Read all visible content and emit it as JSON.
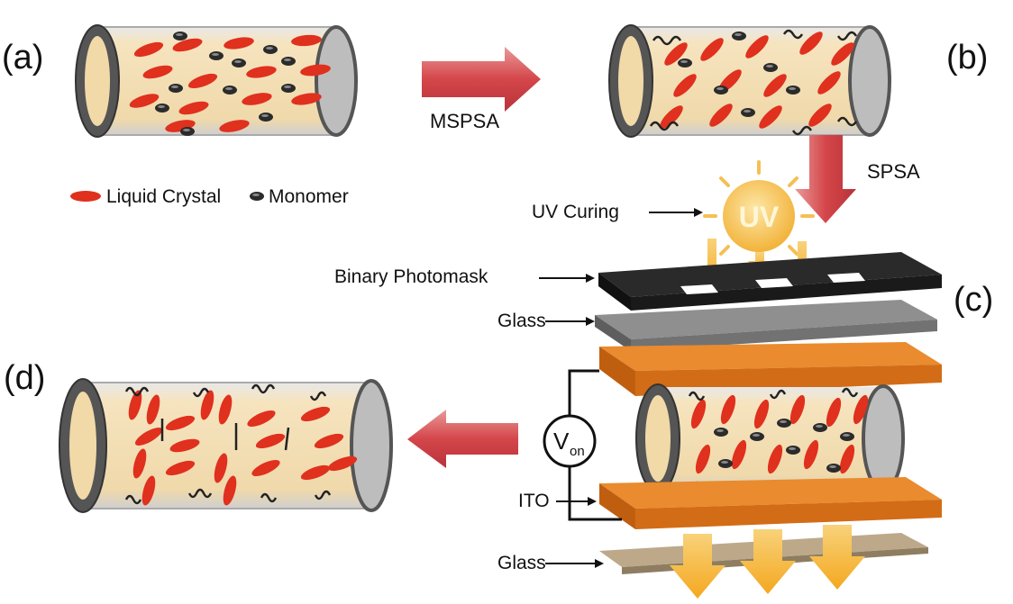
{
  "panels": {
    "a": "(a)",
    "b": "(b)",
    "c": "(c)",
    "d": "(d)"
  },
  "arrows": {
    "step1": "MSPSA",
    "step2": "SPSA"
  },
  "legend": {
    "lc": "Liquid Crystal",
    "monomer": "Monomer"
  },
  "labels": {
    "uv_curing": "UV Curing",
    "uv_sun": "UV",
    "photomask": "Binary Photomask",
    "glass_top": "Glass",
    "ito": "ITO",
    "glass_bottom": "Glass",
    "voltage_main": "V",
    "voltage_sub": "on"
  },
  "colors": {
    "liquid_crystal": "#e0301e",
    "monomer": "#2b2b2b",
    "tube_fill": "#f3dfb6",
    "arrow": "#d9534f",
    "ito": "#e07a1f",
    "photomask": "#1e1e1e",
    "uv": "#f5b83a"
  }
}
